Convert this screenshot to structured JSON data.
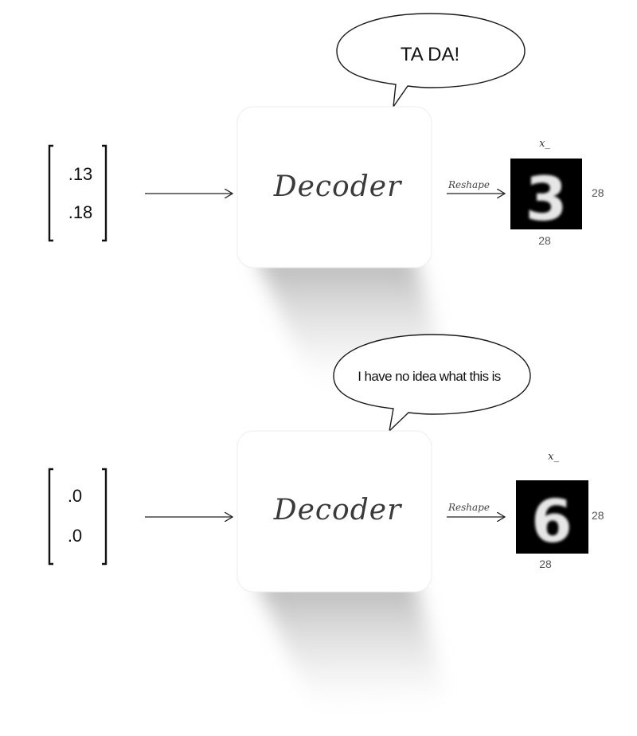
{
  "rows": [
    {
      "vector": [
        ".13",
        ".18"
      ],
      "decoder_label": "Decoder",
      "reshape_label": "Reshape",
      "output_label": "x_",
      "width_label": "28",
      "height_label": "28",
      "speech": "TA DA!",
      "digit": "3"
    },
    {
      "vector": [
        ".0",
        ".0"
      ],
      "decoder_label": "Decoder",
      "reshape_label": "Reshape",
      "output_label": "x_",
      "width_label": "28",
      "height_label": "28",
      "speech": "I have no idea what this is",
      "digit": "6"
    }
  ],
  "colors": {
    "box_fill": "#ffffff",
    "shadow": "#b8b8b8",
    "line": "#222222",
    "image_bg": "#000000",
    "digit": "#e6e6e6"
  }
}
